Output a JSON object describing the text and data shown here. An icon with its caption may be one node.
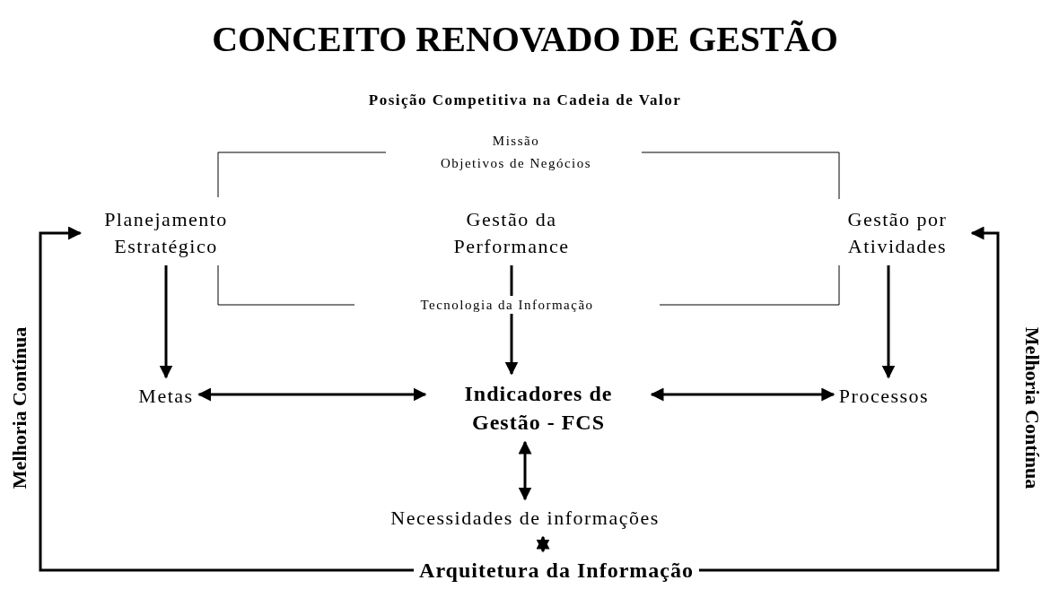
{
  "diagram": {
    "title": "CONCEITO RENOVADO DE GESTÃO",
    "nodes": [
      {
        "text": [
          "Planejamento Estratégico"
        ]
      },
      {
        "text": [
          "Gestão da Performance"
        ]
      },
      {
        "text": [
          "Gestão por Atividades"
        ]
      },
      {
        "text": [
          "Metas"
        ]
      },
      {
        "text": [
          "Indicadores de Gestão - FCS"
        ]
      },
      {
        "text": [
          "Processos"
        ]
      },
      {
        "text": [
          "Necessidades de informações"
        ]
      },
      {
        "text": [
          "Arquitetura da Informação"
        ]
      }
    ],
    "edges": [
      {
        "from": 0,
        "to": 3,
        "arrow": "to"
      },
      {
        "from": 1,
        "to": 4,
        "arrow": "to"
      },
      {
        "from": 2,
        "to": 5,
        "arrow": "to"
      },
      {
        "from": 3,
        "to": 4,
        "arrow": "both"
      },
      {
        "from": 4,
        "to": 5,
        "arrow": "both"
      },
      {
        "from": 4,
        "to": 6,
        "arrow": "both"
      },
      {
        "from": 6,
        "to": 7,
        "arrow": "both"
      },
      {
        "from": 7,
        "to": 0,
        "arrow": "to",
        "label": "Melhoria Contínua"
      },
      {
        "from": 7,
        "to": 2,
        "arrow": "to",
        "label": "Melhoria Contínua"
      }
    ],
    "labels": [
      "Posição Competitiva na Cadeia de Valor",
      "Missão",
      "Objetivos de Negócios",
      "Tecnologia da Informação"
    ]
  }
}
